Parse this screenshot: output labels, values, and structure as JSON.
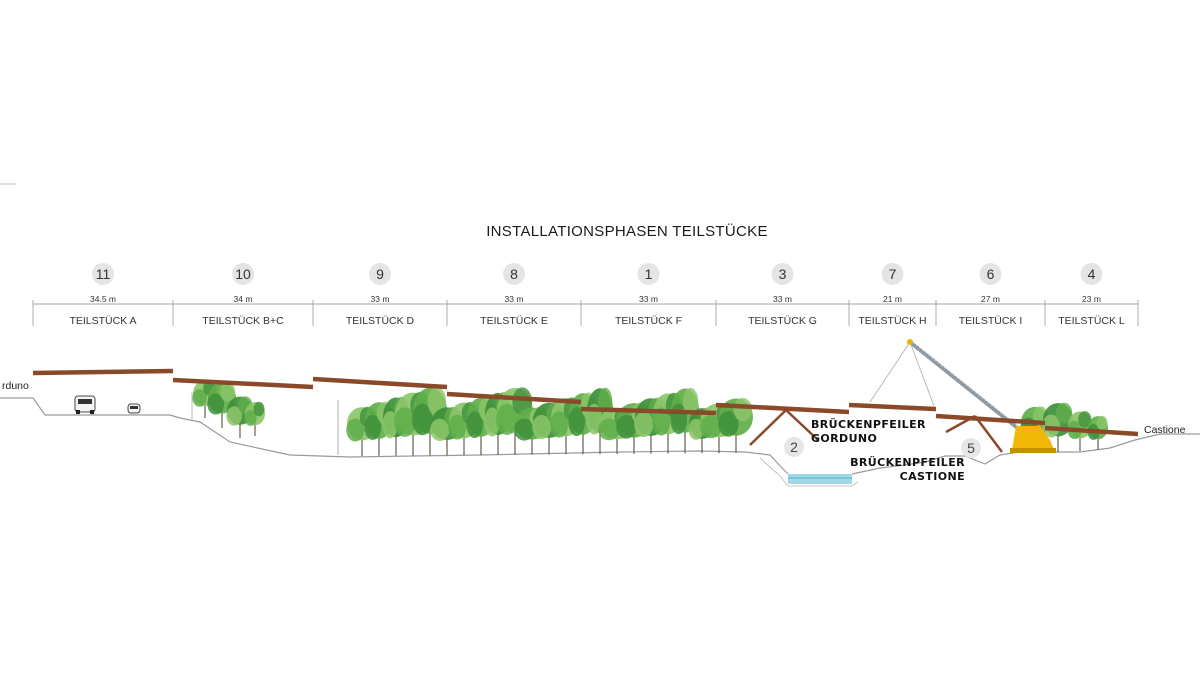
{
  "title": "INSTALLATIONSPHASEN TEILSTÜCKE",
  "segments": [
    {
      "order": "11",
      "length": "34.5 m",
      "name": "TEILSTÜCK A"
    },
    {
      "order": "10",
      "length": "34 m",
      "name": "TEILSTÜCK B+C"
    },
    {
      "order": "9",
      "length": "33 m",
      "name": "TEILSTÜCK D"
    },
    {
      "order": "8",
      "length": "33 m",
      "name": "TEILSTÜCK E"
    },
    {
      "order": "1",
      "length": "33 m",
      "name": "TEILSTÜCK F"
    },
    {
      "order": "3",
      "length": "33 m",
      "name": "TEILSTÜCK G"
    },
    {
      "order": "7",
      "length": "21 m",
      "name": "TEILSTÜCK H"
    },
    {
      "order": "6",
      "length": "27 m",
      "name": "TEILSTÜCK I"
    },
    {
      "order": "4",
      "length": "23 m",
      "name": "TEILSTÜCK L"
    }
  ],
  "ends": {
    "left": "rduno",
    "right": "Castione"
  },
  "piers": [
    {
      "order": "2",
      "line1": "BRÜCKENPFEILER",
      "line2": "GORDUNO"
    },
    {
      "order": "5",
      "line1": "BRÜCKENPFEILER",
      "line2": "CASTIONE"
    }
  ],
  "colors": {
    "deck": "#8a4a2a",
    "tree_light": "#8cc66a",
    "tree_mid": "#5fae4a",
    "tree_dark": "#3e8f3a",
    "water": "#9fd8e6",
    "ground": "#9a9a9a",
    "crane": "#f2b705",
    "boom": "#8d9aa4"
  }
}
